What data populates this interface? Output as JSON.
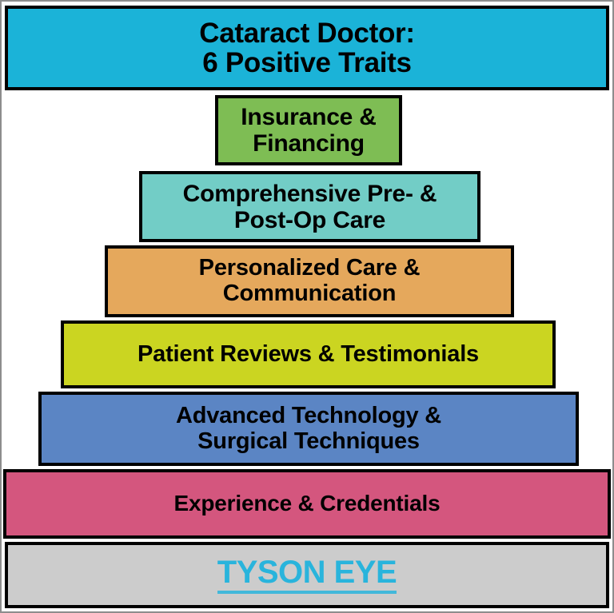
{
  "header": {
    "title_line_1": "Cataract Doctor:",
    "title_line_2": "6 Positive Traits",
    "background_color": "#1bb3d8",
    "text_color": "#000000"
  },
  "pyramid": {
    "tiers": [
      {
        "rank": 1,
        "line_1": "Insurance &",
        "line_2": "Financing",
        "color": "#7ebd54"
      },
      {
        "rank": 2,
        "line_1": "Comprehensive Pre- &",
        "line_2": "Post-Op Care",
        "color": "#72cdc6"
      },
      {
        "rank": 3,
        "line_1": "Personalized Care &",
        "line_2": "Communication",
        "color": "#e5a85c"
      },
      {
        "rank": 4,
        "line_1": "Patient Reviews & Testimonials",
        "line_2": "",
        "color": "#cbd521"
      },
      {
        "rank": 5,
        "line_1": "Advanced Technology &",
        "line_2": "Surgical Techniques",
        "color": "#5b85c4"
      },
      {
        "rank": 6,
        "line_1": "Experience & Credentials",
        "line_2": "",
        "color": "#d4567e"
      }
    ]
  },
  "footer": {
    "logo_text": "TYSON EYE",
    "logo_color": "#29b4dc",
    "background_color": "#cccccc"
  }
}
